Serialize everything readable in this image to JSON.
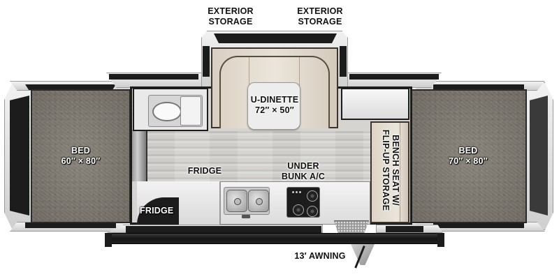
{
  "title": "Pop-up camper floor plan",
  "labels": {
    "exterior_storage_left": [
      "EXTERIOR",
      "STORAGE"
    ],
    "exterior_storage_right": [
      "EXTERIOR",
      "STORAGE"
    ],
    "dinette": [
      "U-DINETTE",
      "72″ × 50″"
    ],
    "bed_left": [
      "BED",
      "60″ × 80″"
    ],
    "bed_right": [
      "BED",
      "70″ × 80″"
    ],
    "fridge_top": "FRIDGE",
    "fridge_cabinet": "FRIDGE",
    "under_bunk_ac": [
      "UNDER",
      "BUNK A/C"
    ],
    "bench_seat": [
      "BENCH SEAT W/",
      "FLIP-UP STORAGE"
    ],
    "awning": "13′ AWNING"
  },
  "colors": {
    "bed_fabric": "#7c776f",
    "floor": "#cfcdc9",
    "dinette_upholstery": "#d9d0c3",
    "frame_black": "#1c1c1c",
    "cabinet_white": "#eeeeee"
  }
}
